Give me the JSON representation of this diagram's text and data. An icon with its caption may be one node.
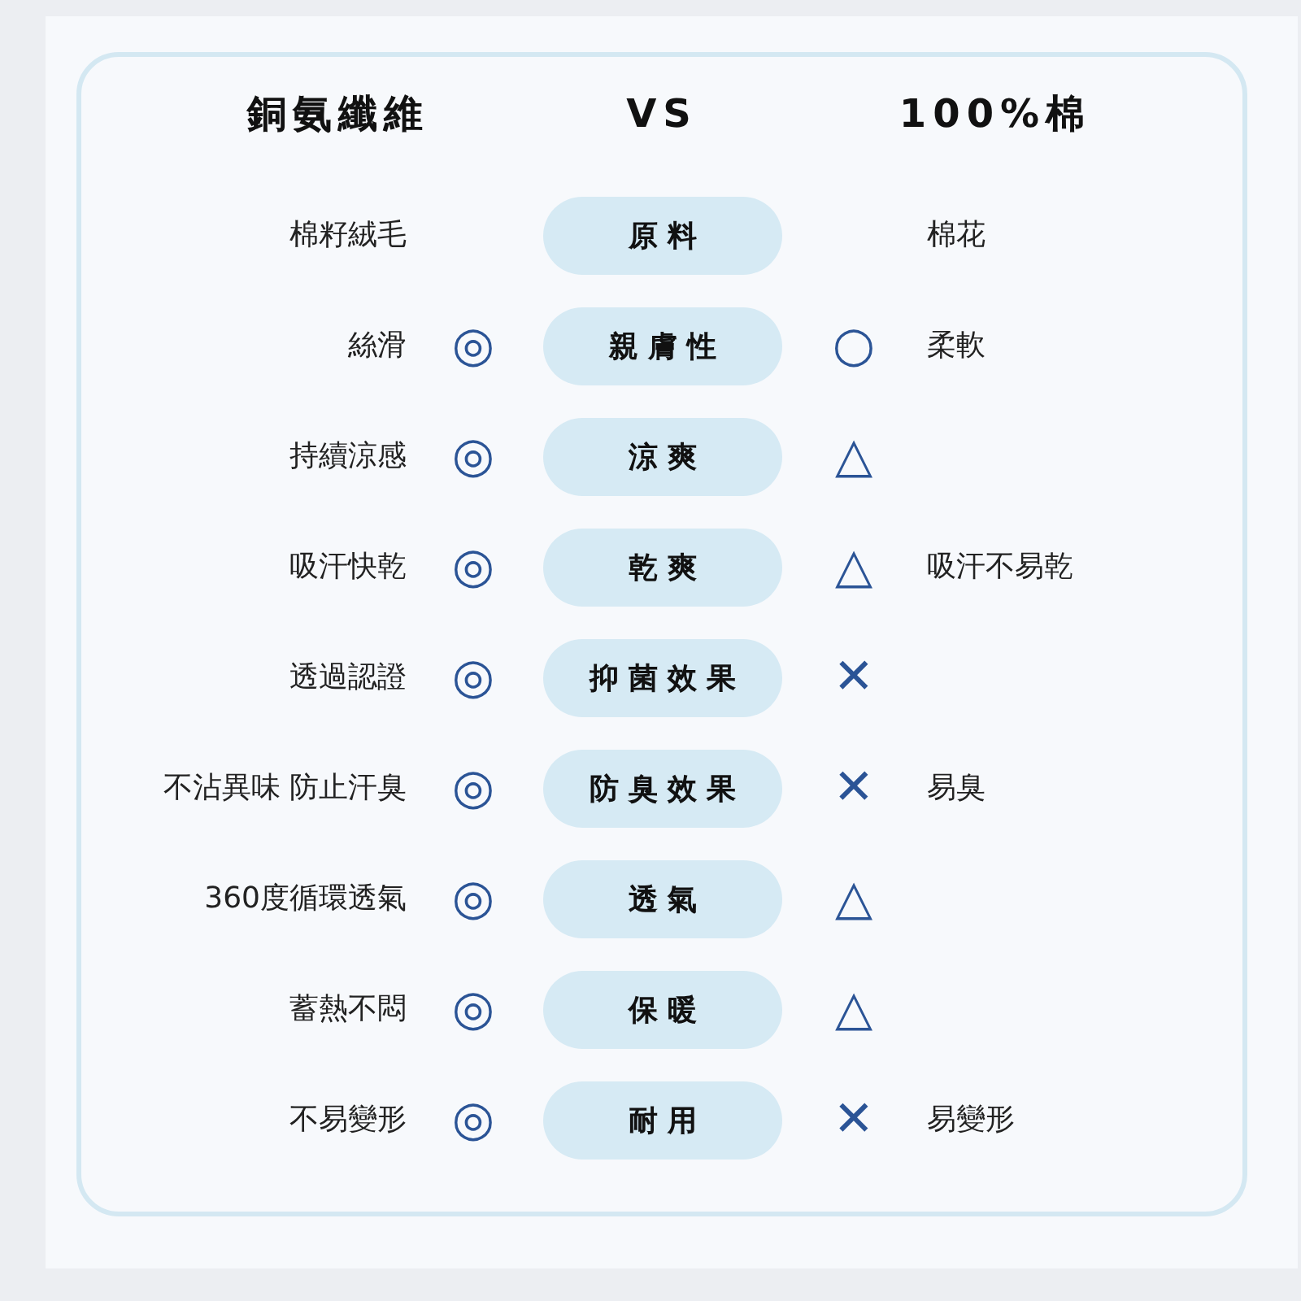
{
  "diagram": {
    "nodes": [
      {
        "text": [
          "原料"
        ]
      },
      {
        "text": [
          "親膚性"
        ]
      },
      {
        "text": [
          "涼爽"
        ]
      },
      {
        "text": [
          "乾爽"
        ]
      },
      {
        "text": [
          "抑菌效果"
        ]
      },
      {
        "text": [
          "防臭效果"
        ]
      },
      {
        "text": [
          "透氣"
        ]
      },
      {
        "text": [
          "保暖"
        ]
      },
      {
        "text": [
          "耐用"
        ]
      }
    ],
    "labels": [
      "銅氨纖維",
      "VS",
      "100%棉",
      "棉籽絨毛",
      "棉花",
      "絲滑",
      "◎",
      "○",
      "柔軟",
      "持續涼感",
      "◎",
      "△",
      "吸汗快乾",
      "◎",
      "△",
      "吸汗不易乾",
      "透過認證",
      "◎",
      "✕",
      "不沾異味 防止汗臭",
      "◎",
      "✕",
      "易臭",
      "360度循環透氣",
      "◎",
      "△",
      "蓄熱不悶",
      "◎",
      "△",
      "不易變形",
      "◎",
      "✕",
      "易變形"
    ]
  }
}
